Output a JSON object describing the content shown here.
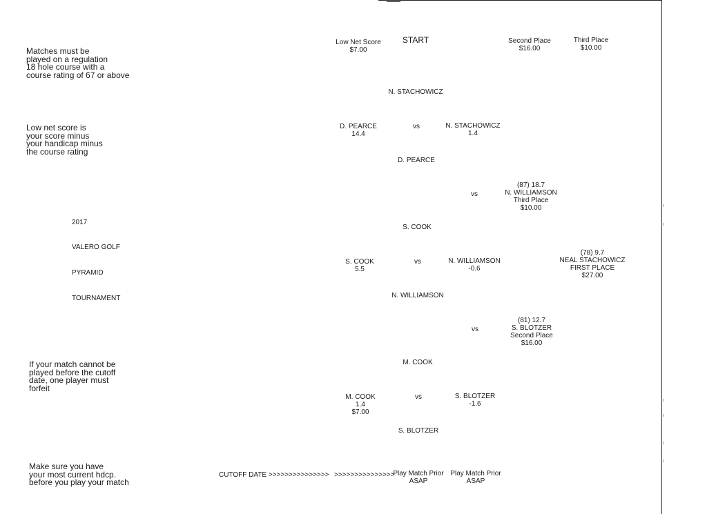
{
  "notes": {
    "regulation": "Matches must be\nplayed on a regulation\n18 hole course with a\ncourse rating of 67 or above",
    "low_net": "Low net score is\nyour score minus\nyour handicap minus\nthe course rating",
    "cutoff": "If your match cannot be\nplayed before the cutoff\ndate, one player must\nforfeit",
    "hdcp": "Make sure you have\nyour most current hdcp.\nbefore you play your match"
  },
  "event": {
    "year": "2017",
    "line1": "VALERO GOLF",
    "line2": "PYRAMID",
    "line3": "TOURNAMENT"
  },
  "header": {
    "low_net_label": "Low Net Score",
    "low_net_amount": "$7.00",
    "start": "START",
    "second_label": "Second Place",
    "second_amount": "$16.00",
    "third_label": "Third Place",
    "third_amount": "$10.00"
  },
  "bracket": {
    "top_name": "N. STACHOWICZ",
    "m1_left_name": "D. PEARCE",
    "m1_left_score": "14.4",
    "m1_vs": "vs",
    "m1_right_name": "N. STACHOWICZ",
    "m1_right_score": "1.4",
    "m1_winner": "D. PEARCE",
    "vs_a": "vs",
    "r2a_line1": "(87) 18.7",
    "r2a_line2": "N. WILLIAMSON",
    "r2a_line3": "Third Place",
    "r2a_line4": "$10.00",
    "scook_top": "S. COOK",
    "m2_left_name": "S. COOK",
    "m2_left_score": "5.5",
    "m2_vs": "vs",
    "m2_right_name": "N. WILLIAMSON",
    "m2_right_score": "-0.6",
    "final_line1": "(78) 9.7",
    "final_line2": "NEAL STACHOWICZ",
    "final_line3": "FIRST PLACE",
    "final_line4": "$27.00",
    "nwill_bottom": "N. WILLIAMSON",
    "vs_b": "vs",
    "r2b_line1": "(81) 12.7",
    "r2b_line2": "S. BLOTZER",
    "r2b_line3": "Second Place",
    "r2b_line4": "$16.00",
    "mcook_top": "M. COOK",
    "m3_left_name": "M. COOK",
    "m3_left_score": "1.4",
    "m3_left_amount": "$7.00",
    "m3_vs": "vs",
    "m3_right_name": "S. BLOTZER",
    "m3_right_score": "-1.6",
    "blotzer_bottom": "S. BLOTZER"
  },
  "footer": {
    "cutoff_label": "CUTOFF DATE >>>>>>>>>>>>>>>",
    "arrows": ">>>>>>>>>>>>>>>",
    "play1_line1": "Play Match Prior",
    "play1_line2": "ASAP",
    "play2_line1": "Play Match Prior",
    "play2_line2": "ASAP"
  }
}
